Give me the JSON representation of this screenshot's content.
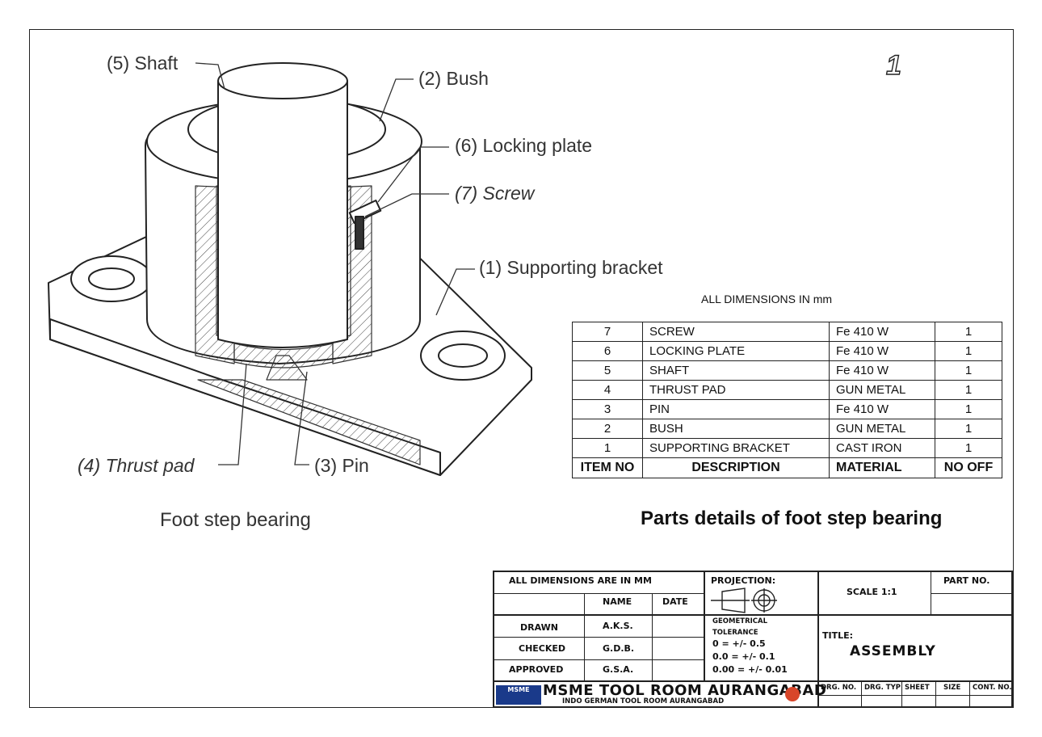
{
  "sheet_number": "1",
  "callouts": {
    "shaft": "(5) Shaft",
    "bush": "(2) Bush",
    "locking_plate": "(6) Locking plate",
    "screw": "(7) Screw",
    "supporting_bracket": "(1) Supporting bracket",
    "thrust_pad": "(4) Thrust pad",
    "pin": "(3) Pin"
  },
  "drawing_caption": "Foot step bearing",
  "dimensions_note": "ALL DIMENSIONS IN mm",
  "parts_table": {
    "rows": [
      {
        "item": "7",
        "description": "SCREW",
        "material": "Fe 410 W",
        "qty": "1"
      },
      {
        "item": "6",
        "description": "LOCKING PLATE",
        "material": "Fe 410 W",
        "qty": "1"
      },
      {
        "item": "5",
        "description": "SHAFT",
        "material": "Fe 410 W",
        "qty": "1"
      },
      {
        "item": "4",
        "description": "THRUST PAD",
        "material": "GUN METAL",
        "qty": "1"
      },
      {
        "item": "3",
        "description": "PIN",
        "material": "Fe 410 W",
        "qty": "1"
      },
      {
        "item": "2",
        "description": "BUSH",
        "material": "GUN METAL",
        "qty": "1"
      },
      {
        "item": "1",
        "description": "SUPPORTING BRACKET",
        "material": "CAST IRON",
        "qty": "1"
      }
    ],
    "headers": {
      "item": "ITEM NO",
      "description": "DESCRIPTION",
      "material": "MATERIAL",
      "qty": "NO OFF"
    }
  },
  "table_caption": "Parts details of foot step bearing",
  "title_block": {
    "dims_note": "ALL DIMENSIONS ARE IN MM",
    "projection_label": "PROJECTION:",
    "scale": "SCALE  1:1",
    "part_no_label": "PART NO.",
    "name_header": "NAME",
    "date_header": "DATE",
    "drawn_label": "DRAWN",
    "drawn_name": "A.K.S.",
    "checked_label": "CHECKED",
    "checked_name": "G.D.B.",
    "approved_label": "APPROVED",
    "approved_name": "G.S.A.",
    "tolerance_title_1": "GEOMETRICAL",
    "tolerance_title_2": "TOLERANCE",
    "tolerance_1": "0    = +/- 0.5",
    "tolerance_2": "0.0  = +/- 0.1",
    "tolerance_3": "0.00 = +/- 0.01",
    "title_label": "TITLE:",
    "title_value": "ASSEMBLY",
    "organization": "MSME TOOL ROOM AURANGABAD",
    "organization_sub": "INDO GERMAN TOOL ROOM AURANGABAD",
    "logo_text": "MSME",
    "drg_no": "DRG. NO.",
    "drg_type": "DRG. TYP",
    "sheet": "SHEET",
    "size": "SIZE",
    "cont_no": "CONT. NO."
  }
}
